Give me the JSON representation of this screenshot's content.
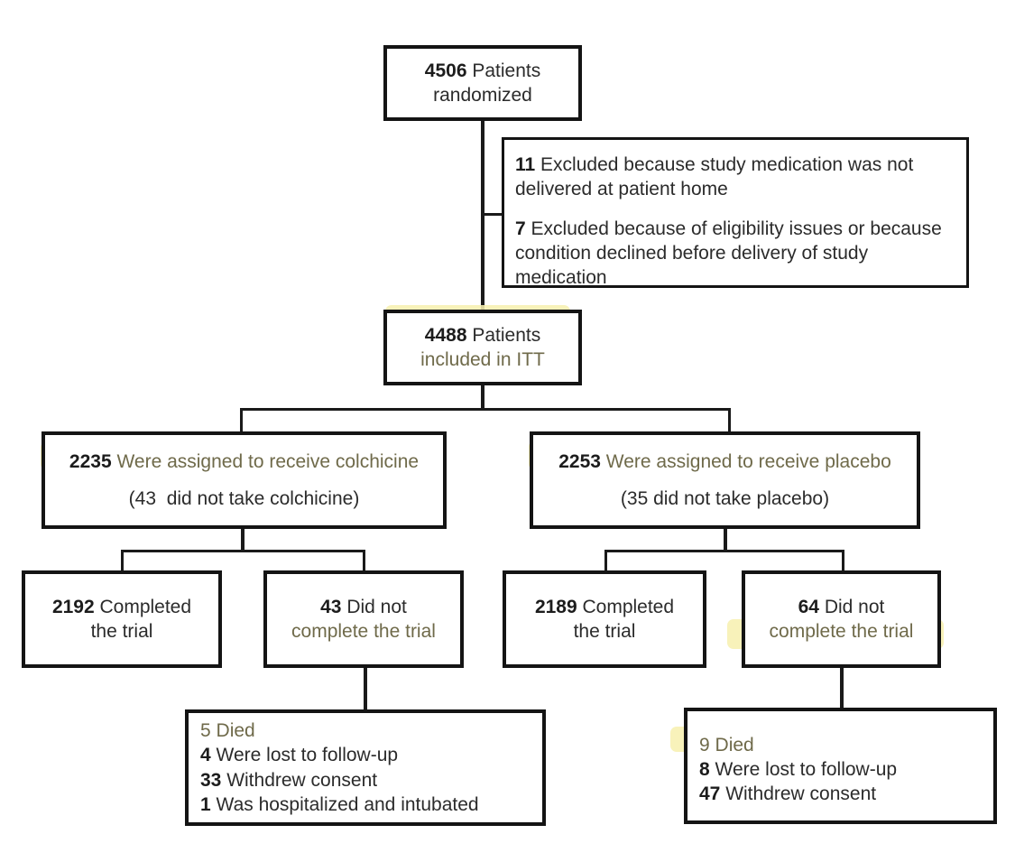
{
  "diagram": {
    "title": "CONSORT participant flow diagram",
    "colors": {
      "box_border": "#141414",
      "text": "#2b2b2b",
      "highlight": "#f7f0b0",
      "background": "#ffffff"
    },
    "nodes": {
      "randomized": {
        "count": "4506",
        "line1_rest": " Patients",
        "line2": "randomized"
      },
      "excluded": {
        "item1_count": "11",
        "item1_text": " Excluded because study medication was not delivered at patient home",
        "item2_count": "7",
        "item2_text": " Excluded because of eligibility issues or because condition declined before delivery of study medication"
      },
      "itt": {
        "count": "4488",
        "line1_rest": " Patients",
        "line2": "included in ITT"
      },
      "colchicine_alloc": {
        "count": "2235",
        "line1_rest": " Were assigned to receive colchicine",
        "line2": "(43  did not take colchicine)"
      },
      "placebo_alloc": {
        "count": "2253",
        "line1_rest": " Were assigned to receive placebo",
        "line2": "(35 did not take placebo)"
      },
      "colchicine_completed": {
        "count": "2192",
        "line1_rest": " Completed",
        "line2": "the trial"
      },
      "colchicine_not_completed": {
        "count": "43",
        "line1_rest": " Did not",
        "line2": "complete the trial"
      },
      "placebo_completed": {
        "count": "2189",
        "line1_rest": " Completed",
        "line2": "the trial"
      },
      "placebo_not_completed": {
        "count": "64",
        "line1_rest": " Did not",
        "line2": "complete the trial"
      },
      "colchicine_reasons": {
        "rows": [
          {
            "count": "5",
            "text": " Died"
          },
          {
            "count": "4",
            "text": " Were lost to follow-up"
          },
          {
            "count": "33",
            "text": " Withdrew consent"
          },
          {
            "count": "1",
            "text": " Was hospitalized and intubated"
          }
        ]
      },
      "placebo_reasons": {
        "rows": [
          {
            "count": "9",
            "text": " Died"
          },
          {
            "count": "8",
            "text": " Were lost to follow-up"
          },
          {
            "count": "47",
            "text": " Withdrew consent"
          }
        ]
      }
    }
  }
}
